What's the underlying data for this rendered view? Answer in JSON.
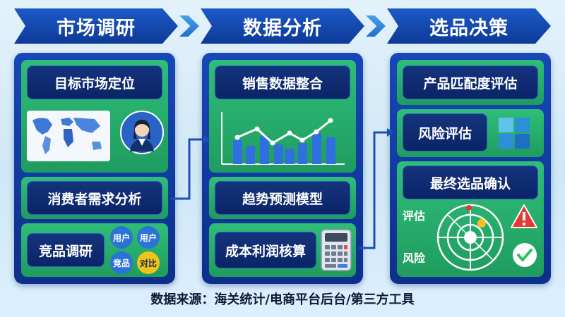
{
  "stages": [
    {
      "title": "市场调研",
      "items": [
        "目标市场定位",
        "消费者需求分析",
        "竞品调研"
      ],
      "bubbles": [
        "用户",
        "用户",
        "竞品",
        "对比"
      ]
    },
    {
      "title": "数据分析",
      "items": [
        "销售数据整合",
        "趋势预测模型",
        "成本利润核算"
      ]
    },
    {
      "title": "选品决策",
      "items": [
        "产品匹配度评估",
        "风险评估",
        "最终选品确认"
      ],
      "radar_labels": [
        "评估",
        "风险"
      ]
    }
  ],
  "source": "数据来源：海关统计/电商平台后台/第三方工具",
  "colors": {
    "panel_blue": "#1648b8",
    "header_blue": "#1d59c6",
    "box_green": "#2fbe78",
    "label_navy": "#0a2466",
    "chart_bar": "#2f6fe0",
    "chart_line": "#ffffff",
    "warn_red": "#e53935",
    "ok_green": "#2fbe5c"
  },
  "icons": [
    "world-map-icon",
    "user-avatar-icon",
    "bar-line-chart-icon",
    "calculator-icon",
    "window-tiles-icon",
    "radar-icon",
    "warning-icon",
    "check-circle-icon"
  ]
}
